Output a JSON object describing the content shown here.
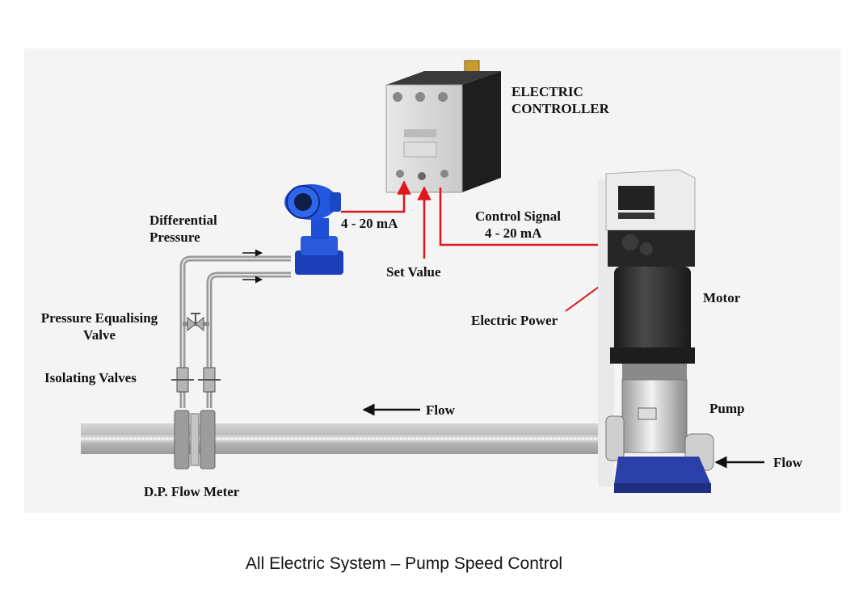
{
  "labels": {
    "electric_controller_line1": "ELECTRIC",
    "electric_controller_line2": "CONTROLLER",
    "differential_pressure_line1": "Differential",
    "differential_pressure_line2": "Pressure",
    "signal_in": "4 - 20 mA",
    "set_value": "Set Value",
    "control_signal_line1": "Control Signal",
    "control_signal_line2": "4 - 20 mA",
    "electric_power": "Electric Power",
    "motor": "Motor",
    "pump": "Pump",
    "pressure_equalising_valve_line1": "Pressure Equalising",
    "pressure_equalising_valve_line2": "Valve",
    "isolating_valves": "Isolating Valves",
    "pipe_flow": "Flow",
    "inlet_flow": "Flow",
    "dp_flow_meter": "D.P. Flow Meter"
  },
  "caption": "All Electric System – Pump Speed Control",
  "colors": {
    "signal_line": "#e0161c",
    "transmitter_blue": "#1f4fd6",
    "pipe_grey": "#b8b8b8",
    "motor_black": "#2b2b2b",
    "pump_base_blue": "#2b3fa8"
  }
}
